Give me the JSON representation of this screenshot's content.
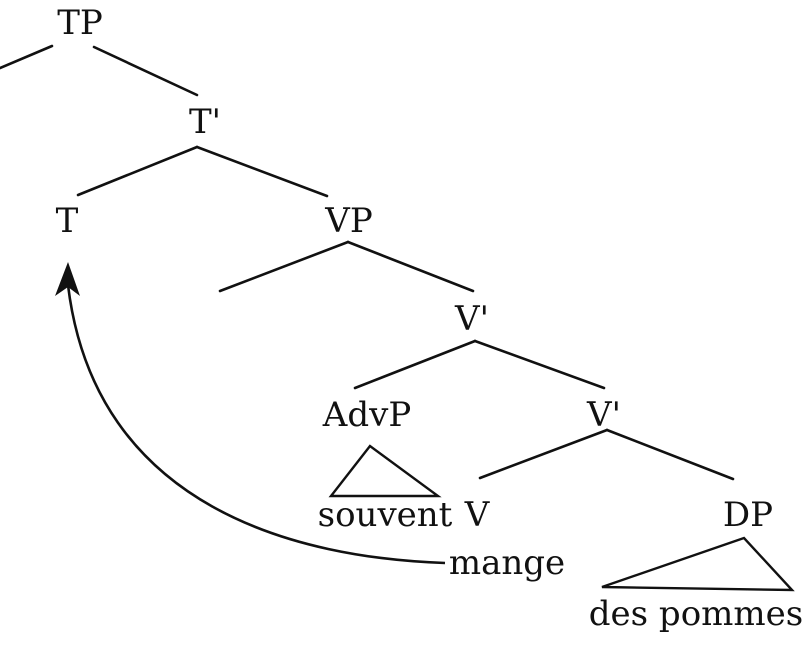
{
  "nodes": {
    "tp": "TP",
    "t_bar": "T'",
    "t": "T",
    "vp": "VP",
    "v_bar_upper": "V'",
    "advp": "AdvP",
    "v_bar_lower": "V'",
    "adv_word": "souvent",
    "v": "V",
    "dp": "DP",
    "verb_word": "mange",
    "dp_words": "des pommes"
  },
  "colors": {
    "ink": "#111111",
    "background": "#ffffff"
  }
}
